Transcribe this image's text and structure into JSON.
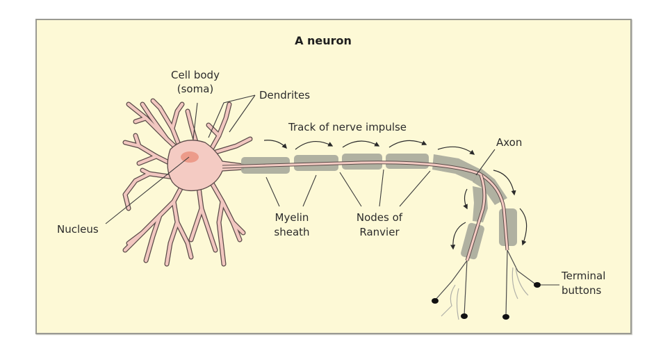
{
  "diagram": {
    "title": "A neuron",
    "colors": {
      "background": "#fdf9d6",
      "cell_fill": "#f4cbc3",
      "nucleus": "#ec9b8a",
      "myelin": "#a9aa9c",
      "outline": "#5a4a48"
    },
    "labels": {
      "cell_body_line1": "Cell body",
      "cell_body_line2": "(soma)",
      "dendrites": "Dendrites",
      "track": "Track of nerve impulse",
      "axon": "Axon",
      "nucleus": "Nucleus",
      "myelin_line1": "Myelin",
      "myelin_line2": "sheath",
      "nodes_line1": "Nodes of",
      "nodes_line2": "Ranvier",
      "terminal_line1": "Terminal",
      "terminal_line2": "buttons"
    }
  }
}
